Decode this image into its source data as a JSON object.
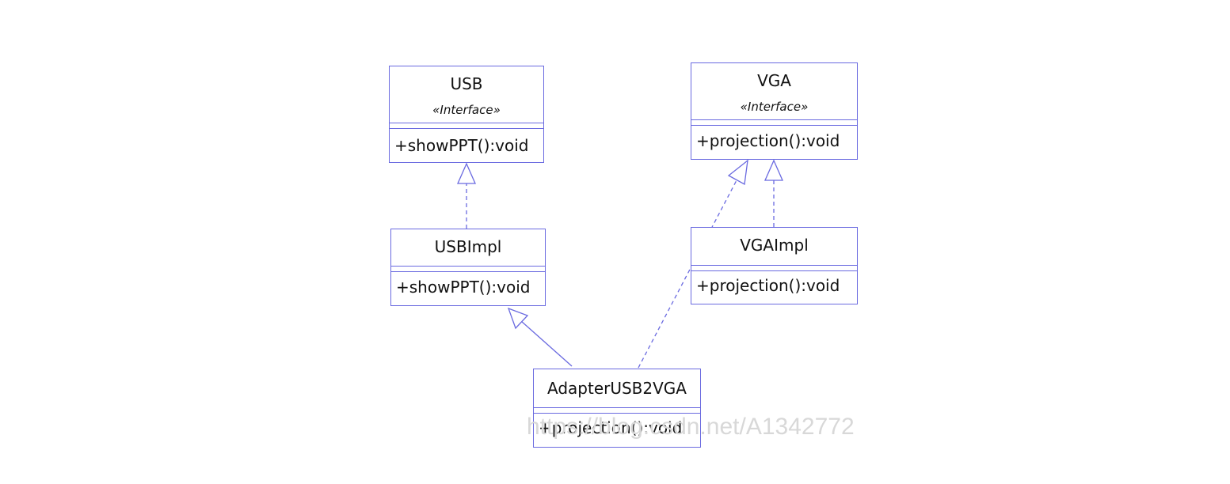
{
  "classes": {
    "usb": {
      "name": "USB",
      "stereotype": "«Interface»",
      "operation": "+showPPT():void"
    },
    "vga": {
      "name": "VGA",
      "stereotype": "«Interface»",
      "operation": "+projection():void"
    },
    "usbimpl": {
      "name": "USBImpl",
      "operation": "+showPPT():void"
    },
    "vgaimpl": {
      "name": "VGAImpl",
      "operation": "+projection():void"
    },
    "adapter": {
      "name": "AdapterUSB2VGA",
      "operation": "+projection():void"
    }
  },
  "relations": [
    {
      "from": "USBImpl",
      "to": "USB",
      "kind": "realization"
    },
    {
      "from": "VGAImpl",
      "to": "VGA",
      "kind": "realization"
    },
    {
      "from": "AdapterUSB2VGA",
      "to": "USBImpl",
      "kind": "generalization"
    },
    {
      "from": "AdapterUSB2VGA",
      "to": "VGA",
      "kind": "realization"
    }
  ],
  "watermark": "https://blog.csdn.net/A1342772",
  "colors": {
    "stroke": "#6a6ae0",
    "text": "#111111",
    "watermark": "#d8d8d8"
  }
}
